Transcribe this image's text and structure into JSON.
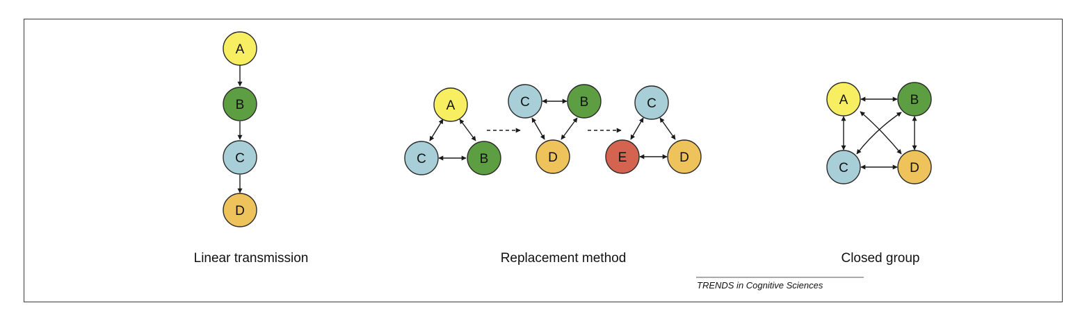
{
  "colors": {
    "yellow": "#f7ee62",
    "green": "#5e9e42",
    "blue": "#a8cfd8",
    "orange": "#eec35c",
    "red": "#d46450",
    "stroke": "#2a2a2a"
  },
  "linear": {
    "caption": "Linear transmission",
    "nodes": [
      {
        "id": "A",
        "label": "A",
        "color": "yellow"
      },
      {
        "id": "B",
        "label": "B",
        "color": "green"
      },
      {
        "id": "C",
        "label": "C",
        "color": "blue"
      },
      {
        "id": "D",
        "label": "D",
        "color": "orange"
      }
    ]
  },
  "replacement": {
    "caption": "Replacement method",
    "stage1": [
      {
        "id": "A",
        "label": "A",
        "color": "yellow"
      },
      {
        "id": "C",
        "label": "C",
        "color": "blue"
      },
      {
        "id": "B",
        "label": "B",
        "color": "green"
      }
    ],
    "stage2": [
      {
        "id": "C",
        "label": "C",
        "color": "blue"
      },
      {
        "id": "B",
        "label": "B",
        "color": "green"
      },
      {
        "id": "D",
        "label": "D",
        "color": "orange"
      }
    ],
    "stage3": [
      {
        "id": "C",
        "label": "C",
        "color": "blue"
      },
      {
        "id": "E",
        "label": "E",
        "color": "red"
      },
      {
        "id": "D",
        "label": "D",
        "color": "orange"
      }
    ]
  },
  "closed": {
    "caption": "Closed group",
    "nodes": [
      {
        "id": "A",
        "label": "A",
        "color": "yellow"
      },
      {
        "id": "B",
        "label": "B",
        "color": "green"
      },
      {
        "id": "C",
        "label": "C",
        "color": "blue"
      },
      {
        "id": "D",
        "label": "D",
        "color": "orange"
      }
    ]
  },
  "credit": "TRENDS in Cognitive Sciences"
}
